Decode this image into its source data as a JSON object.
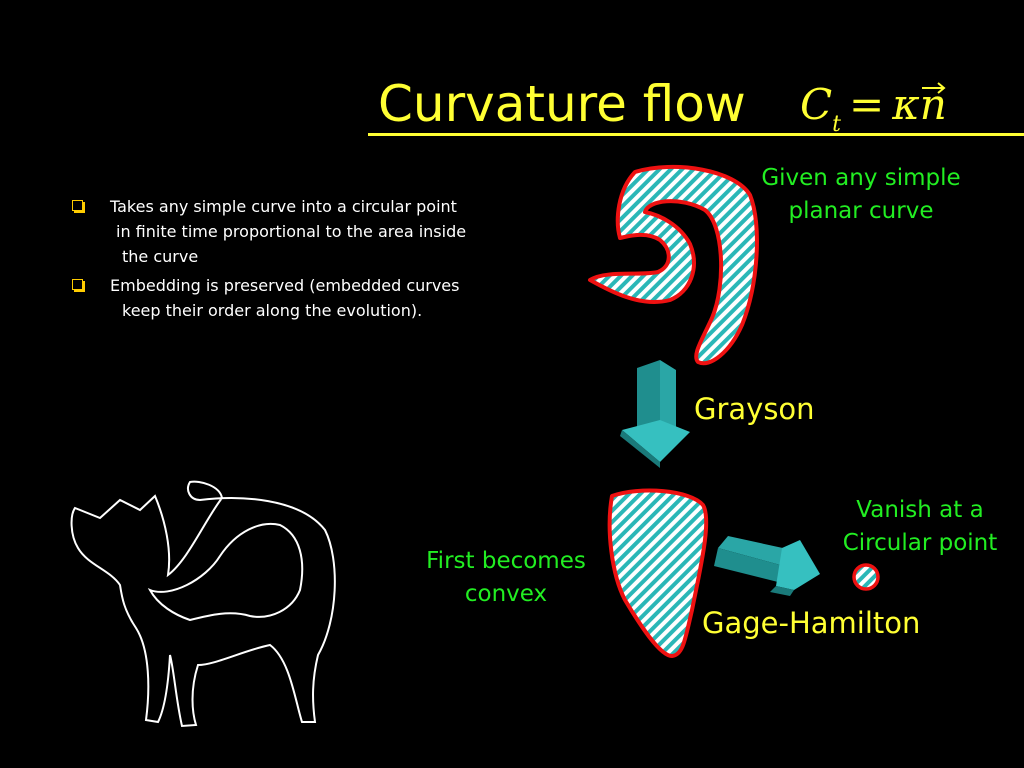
{
  "slide": {
    "title": "Curvature flow",
    "formula": {
      "lhs": "C",
      "sub": "t",
      "eq": "=",
      "rhs_kappa": "κ",
      "rhs_n": "n"
    },
    "bullets": [
      {
        "lines": [
          "Takes any simple curve into a circular point",
          "in finite time proportional to the area inside",
          "the curve"
        ]
      },
      {
        "lines": [
          "Embedding is preserved (embedded curves",
          "keep their order along the evolution)."
        ]
      }
    ],
    "labels": {
      "given": "Given any simple planar curve",
      "grayson": "Grayson",
      "first_convex": "First becomes convex",
      "gage_hamilton": "Gage-Hamilton",
      "vanish": "Vanish at a Circular point"
    },
    "colors": {
      "title": "#ffff33",
      "label_green": "#22ee22",
      "shape_outline": "#ee1111",
      "hatch": "#2ab7b7",
      "arrow": "#2aa6a6",
      "cat_outline": "#ffffff"
    }
  }
}
